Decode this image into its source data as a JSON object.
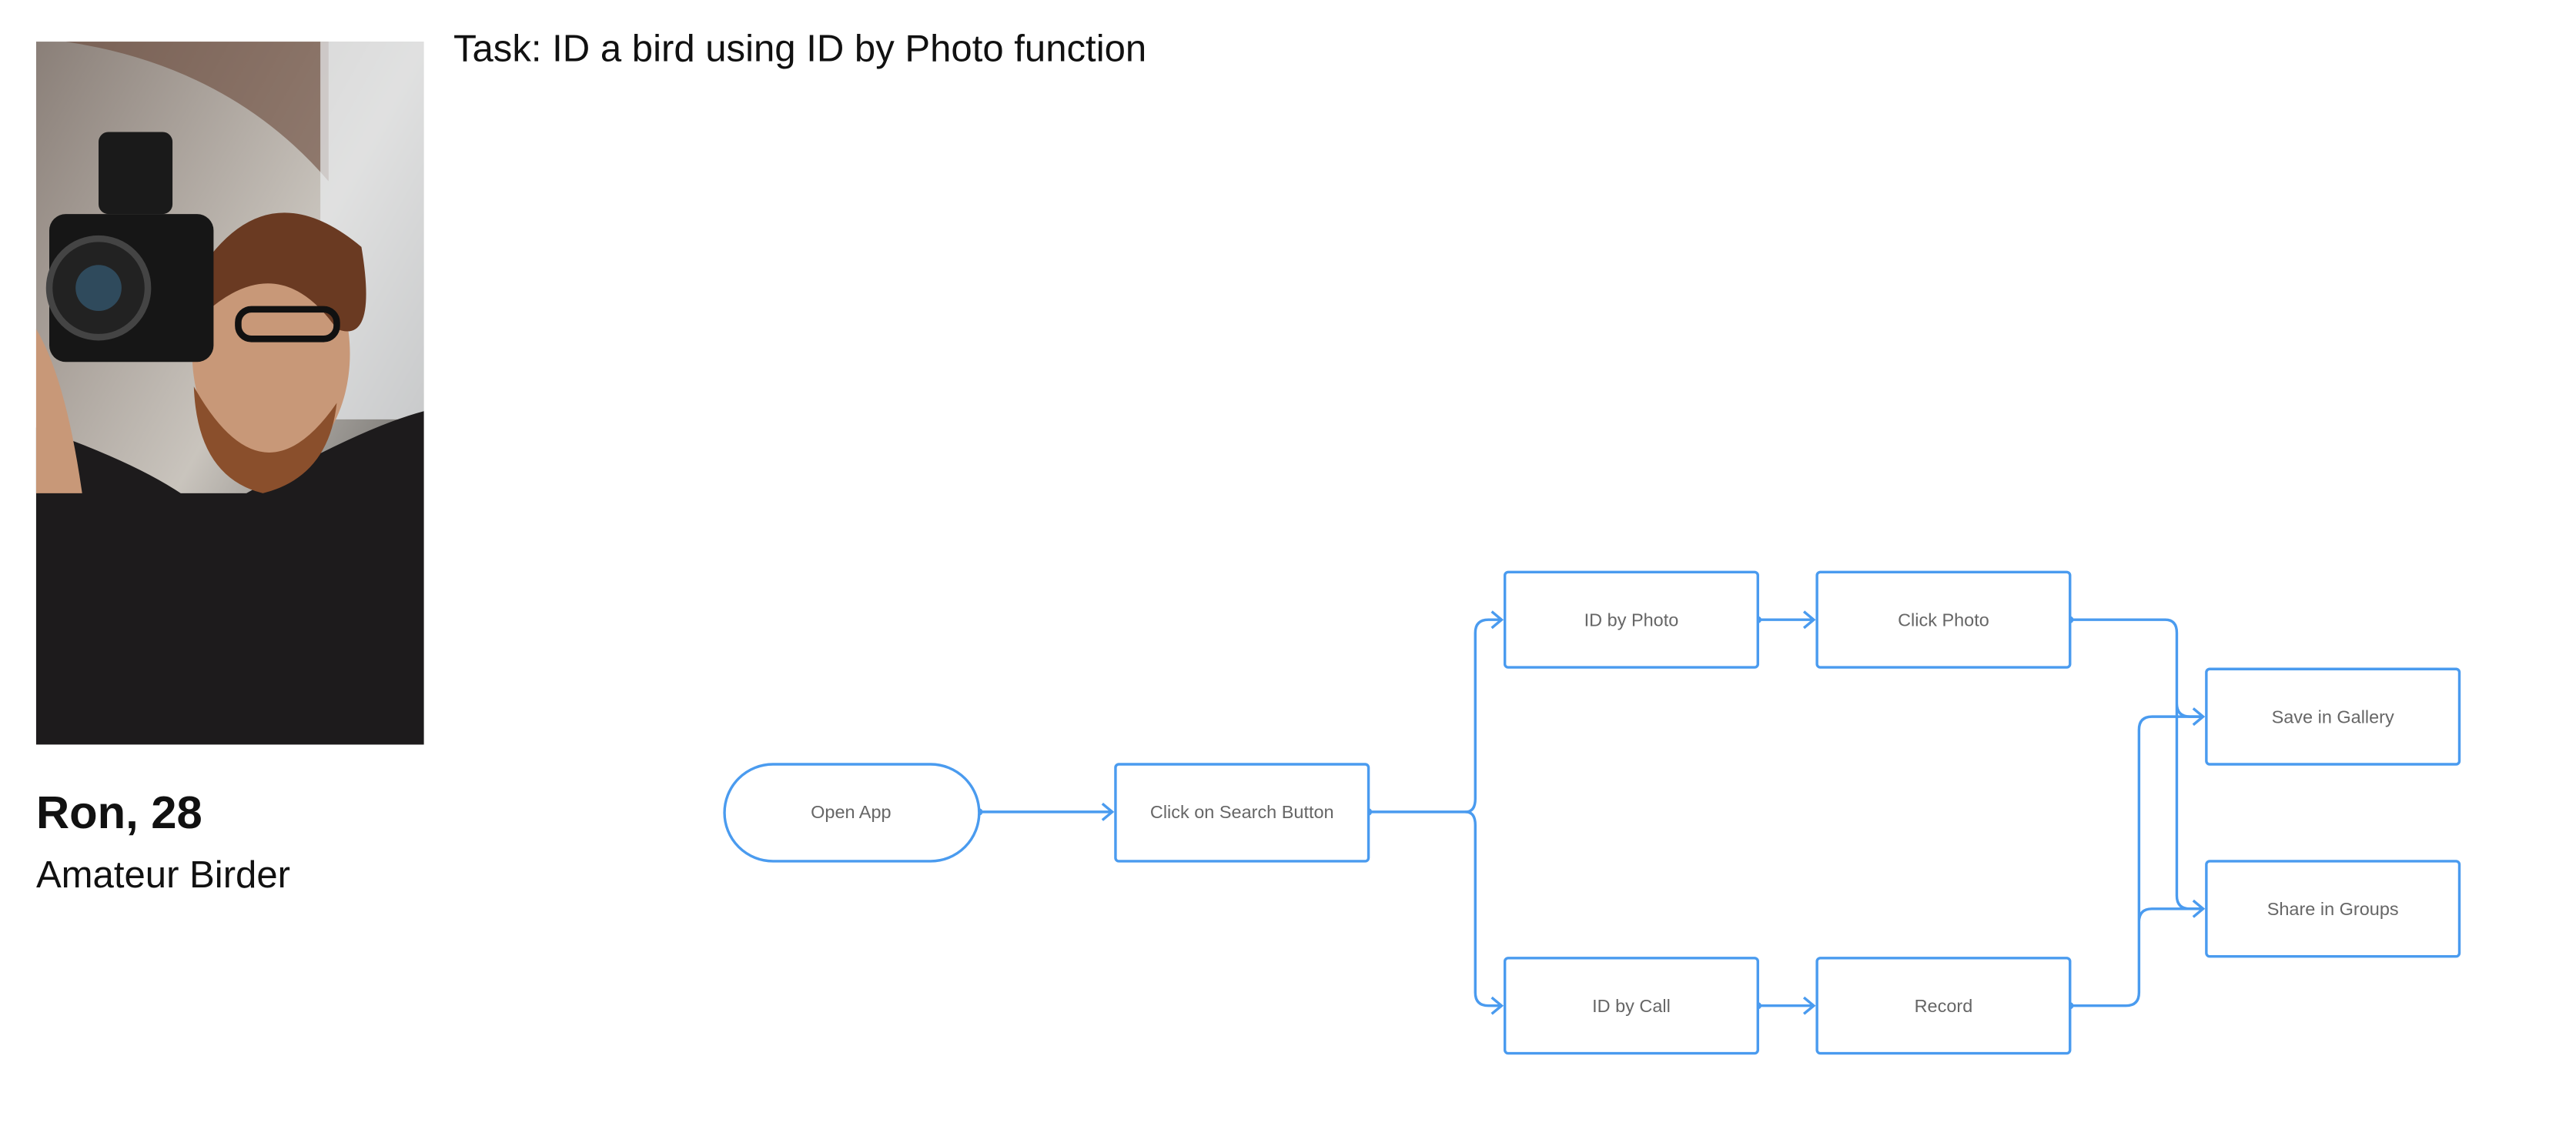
{
  "task": "Task: ID a bird using ID by Photo function",
  "persona": {
    "name_age": "Ron, 28",
    "role": "Amateur Birder"
  },
  "flow": {
    "nodes": {
      "open_app": "Open App",
      "click_search": "Click on Search Button",
      "id_by_photo": "ID by Photo",
      "click_photo": "Click Photo",
      "id_by_call": "ID by Call",
      "record": "Record",
      "save_gallery": "Save in Gallery",
      "share_groups": "Share in Groups"
    },
    "colors": {
      "stroke": "#4a9bef",
      "text": "#666666"
    }
  }
}
